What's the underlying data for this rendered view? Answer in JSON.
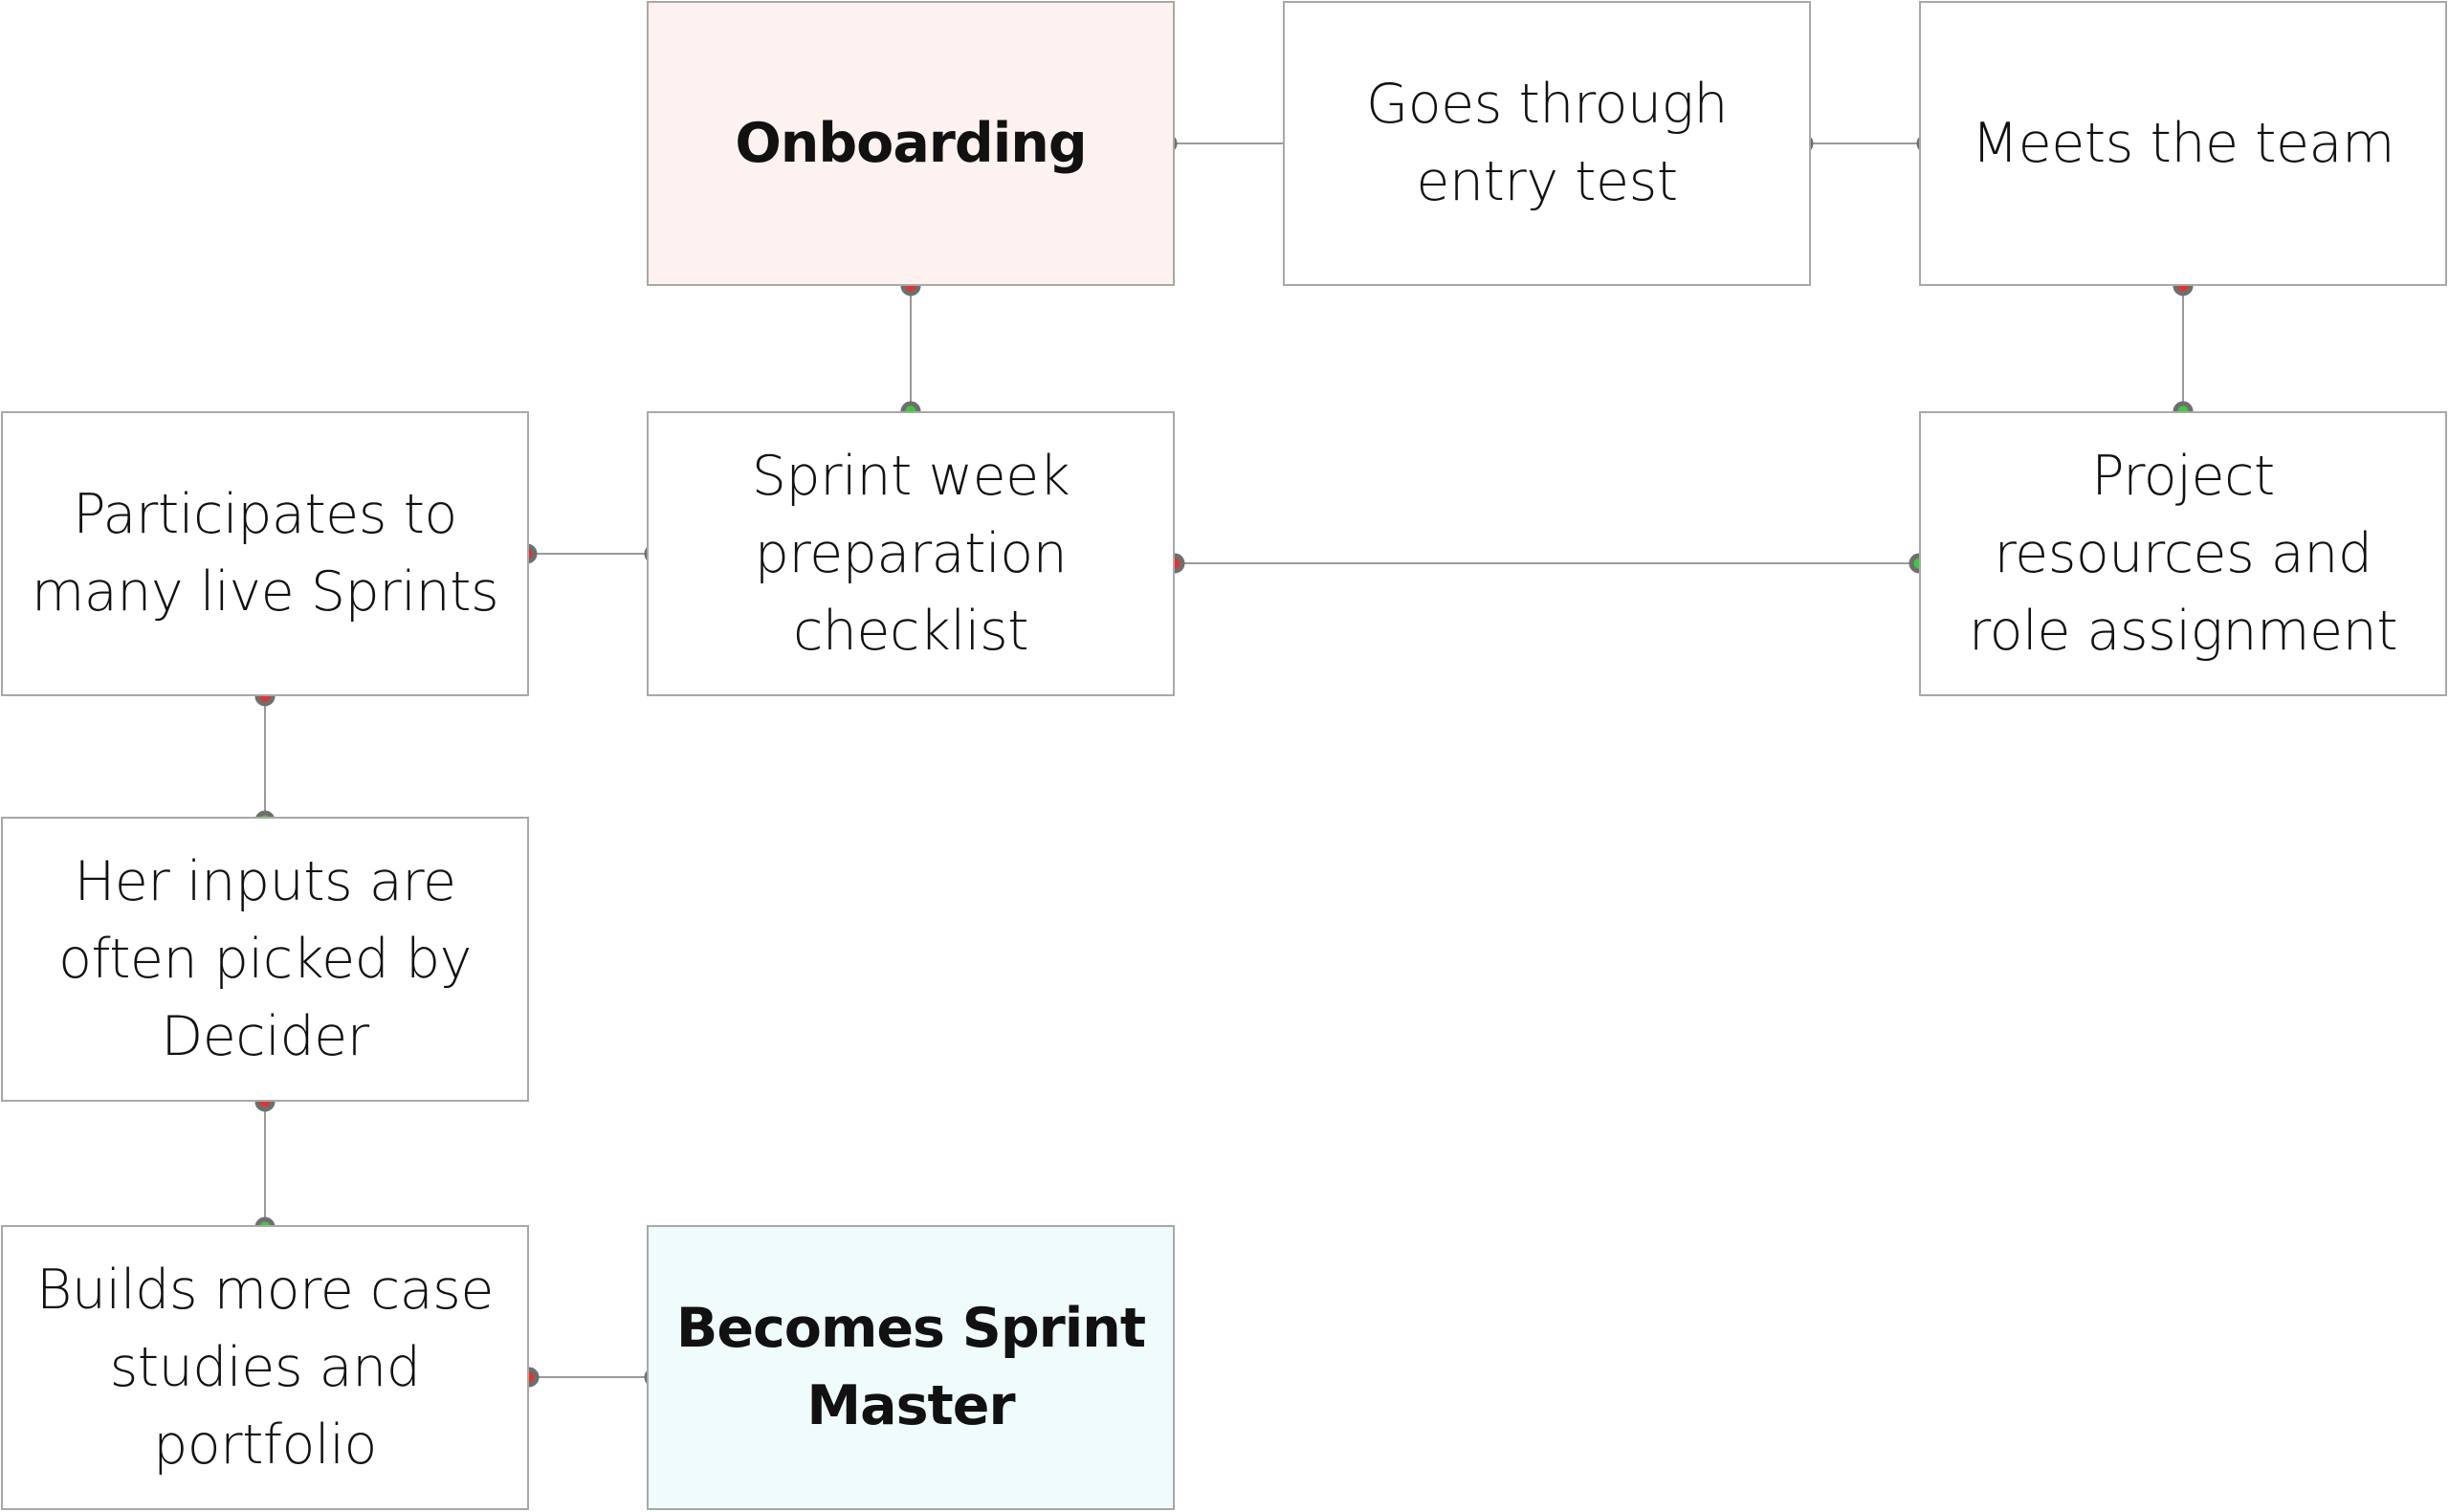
{
  "diagram": {
    "nodes": [
      {
        "id": "onboarding",
        "label": "Onboarding",
        "style": "start"
      },
      {
        "id": "entry-test",
        "label": "Goes through entry test",
        "style": "plain"
      },
      {
        "id": "meets-team",
        "label": "Meets the team",
        "style": "plain"
      },
      {
        "id": "sprint-checklist",
        "label": "Sprint week preparation checklist",
        "style": "plain"
      },
      {
        "id": "project-resources",
        "label": "Project resources and role assignment",
        "style": "plain"
      },
      {
        "id": "live-sprints",
        "label": "Participates to many live Sprints",
        "style": "plain"
      },
      {
        "id": "inputs-picked",
        "label": "Her inputs are often picked by Decider",
        "style": "plain"
      },
      {
        "id": "case-studies",
        "label": "Builds more case studies and portfolio",
        "style": "plain"
      },
      {
        "id": "sprint-master",
        "label": "Becomes Sprint Master",
        "style": "end"
      }
    ],
    "edges": [
      {
        "from": "onboarding",
        "to": "entry-test"
      },
      {
        "from": "entry-test",
        "to": "meets-team"
      },
      {
        "from": "meets-team",
        "to": "project-resources"
      },
      {
        "from": "project-resources",
        "to": "sprint-checklist"
      },
      {
        "from": "onboarding",
        "to": "sprint-checklist"
      },
      {
        "from": "sprint-checklist",
        "to": "live-sprints"
      },
      {
        "from": "live-sprints",
        "to": "inputs-picked"
      },
      {
        "from": "inputs-picked",
        "to": "case-studies"
      },
      {
        "from": "case-studies",
        "to": "sprint-master"
      }
    ],
    "colors": {
      "start_fill": "#fdf2f0",
      "end_fill": "#f0fcfc",
      "border": "#a8a8a8",
      "connector": "#9a9a9a",
      "port_out": "#e03434",
      "port_in": "#3ec83e"
    }
  }
}
